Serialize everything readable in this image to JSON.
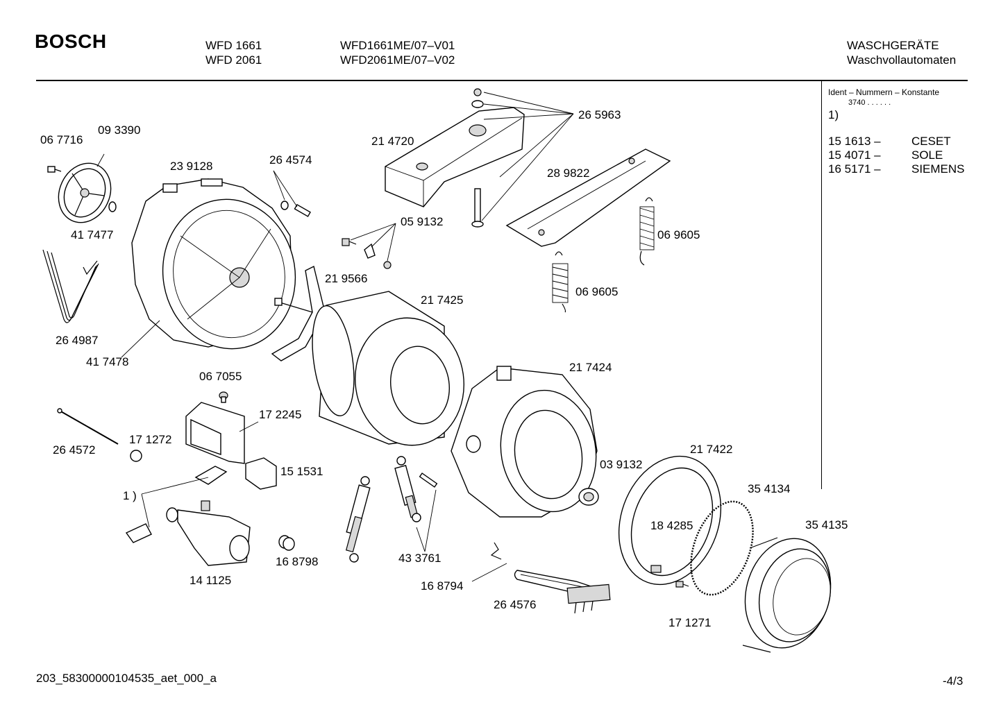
{
  "header": {
    "brand": "BOSCH",
    "models": [
      "WFD 1661",
      "WFD 2061"
    ],
    "variants": [
      "WFD1661ME/07–V01",
      "WFD2061ME/07–V02"
    ],
    "category_line1": "WASCHGERÄTE",
    "category_line2": "Waschvollautomaten"
  },
  "sidebar": {
    "title": "Ident – Nummern – Konstante",
    "constant": "3740  .  .   .  .  .  .",
    "footnote": "1)",
    "entries": [
      {
        "number": "15 1613 –",
        "name": "CESET"
      },
      {
        "number": "15 4071 –",
        "name": "SOLE"
      },
      {
        "number": "16 5171 –",
        "name": "SIEMENS"
      }
    ]
  },
  "part_labels": {
    "p067716": "06 7716",
    "p093390": "09 3390",
    "p239128": "23 9128",
    "p264574": "26 4574",
    "p214720": "21 4720",
    "p265963": "26 5963",
    "p289822": "28 9822",
    "p417477": "41 7477",
    "p059132": "05 9132",
    "p069605a": "06 9605",
    "p219566": "21 9566",
    "p217425": "21 7425",
    "p069605b": "06 9605",
    "p264987": "26 4987",
    "p417478": "41 7478",
    "p217424": "21 7424",
    "p067055": "06 7055",
    "p172245": "17 2245",
    "p171272": "17 1272",
    "p264572": "26 4572",
    "p151531": "15 1531",
    "p217422": "21 7422",
    "p039132": "03 9132",
    "p1": "1 )",
    "p354134": "35 4134",
    "p354135": "35 4135",
    "p184285": "18 4285",
    "p168798": "16 8798",
    "p433761": "43 3761",
    "p141125": "14 1125",
    "p168794": "16 8794",
    "p264576": "26 4576",
    "p171271": "17 1271"
  },
  "footer": {
    "code": "203_58300000104535_aet_000_a",
    "page": "-4/3"
  }
}
